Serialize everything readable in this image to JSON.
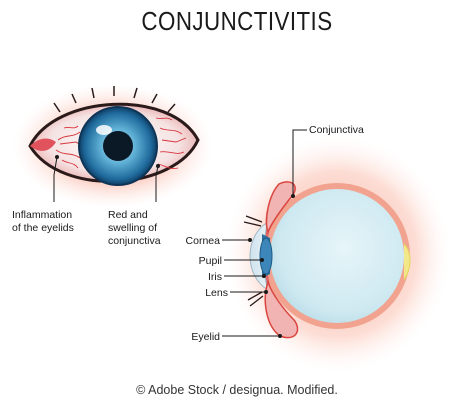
{
  "title": "CONJUNCTIVITIS",
  "labels": {
    "conjunctiva": "Conjunctiva",
    "inflammation_line1": "Inflammation",
    "inflammation_line2": "of the eyelids",
    "red_line1": "Red and",
    "red_line2": "swelling of",
    "red_line3": "conjunctiva",
    "cornea": "Cornea",
    "pupil": "Pupil",
    "iris": "Iris",
    "lens": "Lens",
    "eyelid": "Eyelid"
  },
  "credit": "© Adobe Stock / designua. Modified.",
  "colors": {
    "inflammation": "#f7a08c",
    "sclera": "#f3e6e6",
    "vessels": "#d8343c",
    "iris": "#2a7fb4",
    "eyeball": "#d9eef5",
    "lid": "#f2b3b3",
    "text": "#1a1a1a"
  }
}
